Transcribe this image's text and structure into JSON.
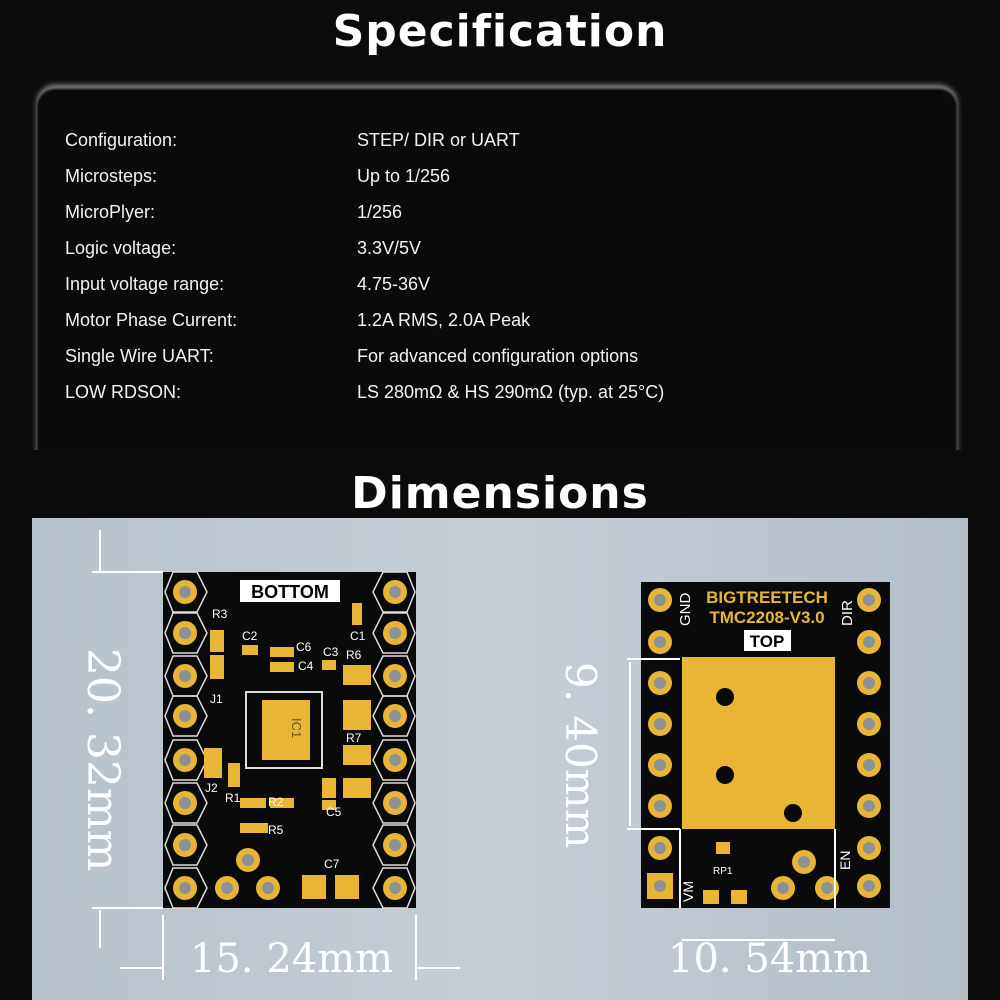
{
  "specification": {
    "title": "Specification",
    "rows": [
      {
        "label": "Configuration:",
        "value": "STEP/ DIR or UART"
      },
      {
        "label": "Microsteps:",
        "value": "Up to 1/256"
      },
      {
        "label": "MicroPlyer:",
        "value": "1/256"
      },
      {
        "label": "Logic voltage:",
        "value": "3.3V/5V"
      },
      {
        "label": "Input voltage range:",
        "value": "4.75-36V"
      },
      {
        "label": "Motor Phase Current:",
        "value": "1.2A RMS, 2.0A Peak"
      },
      {
        "label": "Single Wire UART:",
        "value": "For advanced configuration options"
      },
      {
        "label": "LOW RDSON:",
        "value": "LS 280mΩ & HS 290mΩ (typ. at 25°C)"
      }
    ]
  },
  "dimensions": {
    "title": "Dimensions",
    "bottom_board": {
      "label": "BOTTOM",
      "height": "20. 32mm",
      "width": "15. 24mm",
      "silk": [
        "R3",
        "C2",
        "C6",
        "C4",
        "C3",
        "R6",
        "C1",
        "J1",
        "IC1",
        "R7",
        "J2",
        "R1",
        "R2",
        "R5",
        "C5",
        "C7"
      ]
    },
    "top_board": {
      "brand": "BIGTREETECH",
      "model": "TMC2208-V3.0",
      "label": "TOP",
      "gnd": "GND",
      "dir": "DIR",
      "rp1": "RP1",
      "vm": "VM",
      "en": "EN",
      "height": "9. 40mm",
      "width": "10. 54mm"
    }
  },
  "colors": {
    "background": "#0b0b0b",
    "pcb": "#0a0a0a",
    "gold": "#e8b634",
    "panel": "#c0c9d1"
  }
}
